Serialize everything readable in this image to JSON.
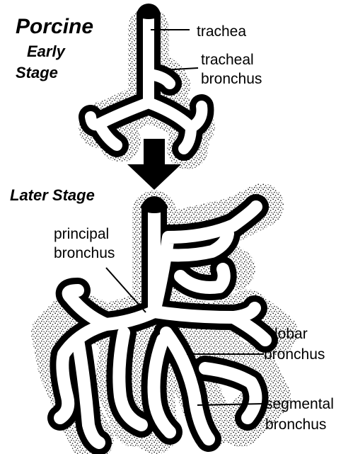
{
  "figure": {
    "title": "Porcine",
    "early_stage": [
      "Early",
      "Stage"
    ],
    "later_stage": "Later Stage"
  },
  "labels": {
    "trachea": "trachea",
    "tracheal_bronchus": [
      "tracheal",
      "bronchus"
    ],
    "principal_bronchus": [
      "principal",
      "bronchus"
    ],
    "lobar_bronchus": [
      "lobar",
      "bronchus"
    ],
    "segmental_bronchus": [
      "segmental",
      "bronchus"
    ]
  }
}
